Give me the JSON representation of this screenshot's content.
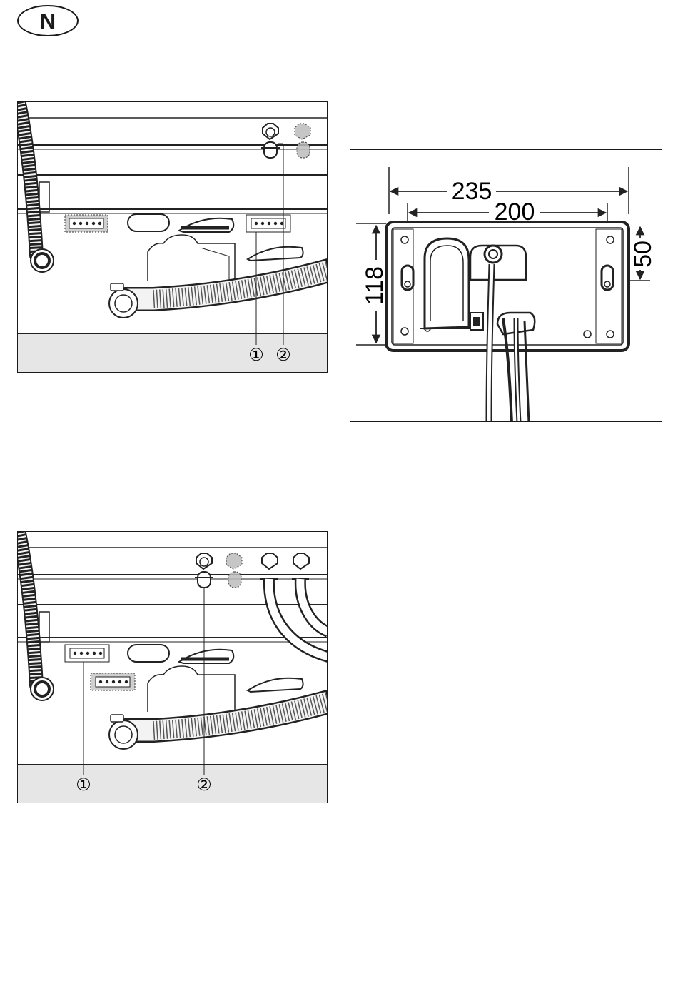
{
  "header": {
    "language_code": "N"
  },
  "figure_1": {
    "callouts": [
      "①",
      "②"
    ]
  },
  "figure_2": {
    "dimensions": [
      "235",
      "200",
      "118",
      "50"
    ]
  },
  "figure_3": {
    "callouts": [
      "①",
      "②"
    ]
  }
}
